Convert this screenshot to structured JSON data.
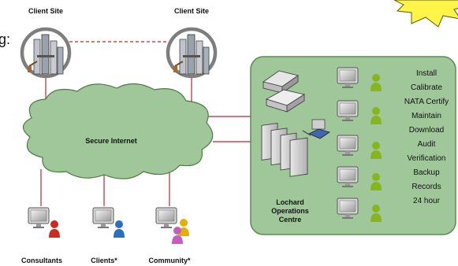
{
  "partial_text": {
    "cut_glyph": "g:"
  },
  "client_sites": [
    {
      "label": "Client Site"
    },
    {
      "label": "Client Site"
    }
  ],
  "cloud": {
    "label": "Secure Internet"
  },
  "operations": {
    "label_line1": "Lochard",
    "label_line2": "Operations",
    "label_line3": "Centre",
    "services": [
      "Install",
      "Calibrate",
      "NATA Certify",
      "Maintain",
      "Download",
      "Audit",
      "Verification",
      "Backup",
      "Records",
      "24 hour"
    ]
  },
  "users": [
    {
      "label": "Consultants",
      "person_color": "#cc2a1e"
    },
    {
      "label": "Clients*",
      "person_color": "#2a6fc2"
    },
    {
      "label": "Community*",
      "person_color": "#c45ec4"
    }
  ],
  "colors": {
    "cloud_fill": "#9fc79a",
    "cloud_stroke": "#4f7a45",
    "panel_fill": "#9fc79a",
    "panel_stroke": "#5c8a52",
    "link_line": "#b02b2b",
    "ops_person": "#86b51d",
    "burst_fill": "#fff44a"
  }
}
